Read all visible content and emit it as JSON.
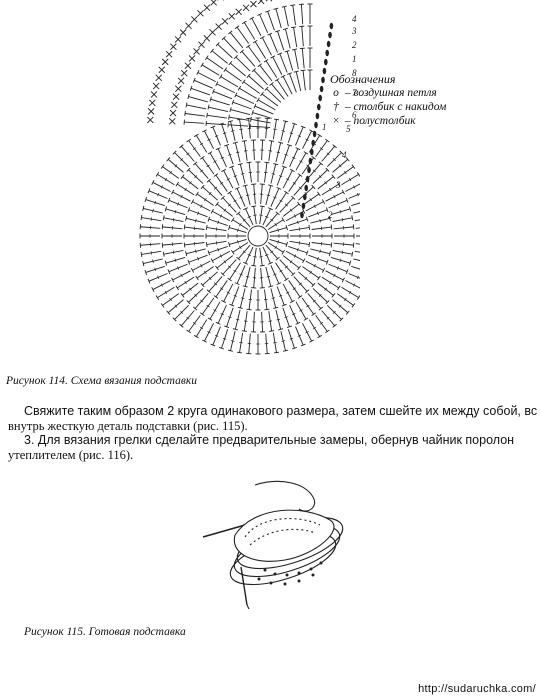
{
  "legend": {
    "title": "Обозначения",
    "items": [
      {
        "symbol": "o",
        "text": " – воздушная петля"
      },
      {
        "symbol": "†",
        "text": " – столбик с накидом"
      },
      {
        "symbol": "×",
        "text": " – полустолбик"
      }
    ]
  },
  "diagram": {
    "row_numbers": [
      "1",
      "2",
      "3",
      "4",
      "5",
      "6",
      "7",
      "8",
      "1",
      "2",
      "3",
      "4"
    ]
  },
  "figure114": {
    "caption": "Рисунок 114. Схема вязания подставки"
  },
  "text": {
    "para1_sans": "Свяжите таким образом 2 круга одинакового размера, затем сшейте их между собой, вс",
    "para1_serif": "внутрь жесткую деталь подставки (рис. 115).",
    "para2_sans": "3. Для вязания грелки сделайте предварительные замеры, обернув чайник поролон",
    "para2_serif": "утеплителем (рис. 116)."
  },
  "figure115": {
    "caption": "Рисунок 115. Готовая подставка"
  },
  "watermark": "http://sudaruchka.com/"
}
